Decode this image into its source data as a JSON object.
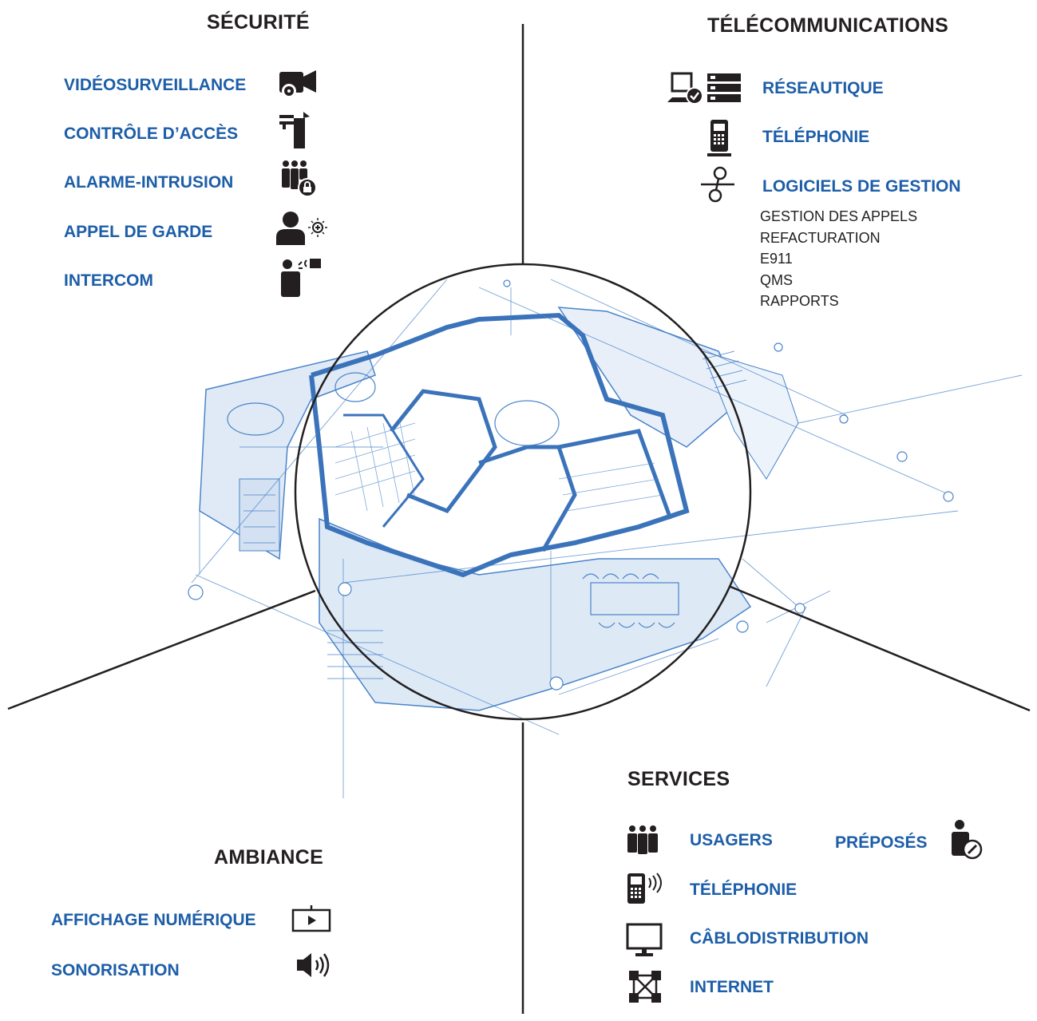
{
  "securite": {
    "title": "SÉCURITÉ",
    "items": [
      {
        "label": "VIDÉOSURVEILLANCE",
        "icon": "video-camera-icon"
      },
      {
        "label": "CONTRÔLE D’ACCÈS",
        "icon": "access-gate-icon"
      },
      {
        "label": "ALARME-INTRUSION",
        "icon": "intrusion-alarm-icon"
      },
      {
        "label": "APPEL DE GARDE",
        "icon": "guard-call-icon"
      },
      {
        "label": "INTERCOM",
        "icon": "intercom-icon"
      }
    ]
  },
  "telecom": {
    "title": "TÉLÉCOMMUNICATIONS",
    "items": [
      {
        "label": "RÉSEAUTIQUE",
        "icon": "network-icon"
      },
      {
        "label": "TÉLÉPHONIE",
        "icon": "desk-phone-icon"
      },
      {
        "label": "LOGICIELS DE GESTION",
        "icon": "management-software-icon"
      }
    ],
    "sub_items": [
      "GESTION DES APPELS",
      "REFACTURATION",
      "E911",
      "QMS",
      "RAPPORTS"
    ]
  },
  "ambiance": {
    "title": "AMBIANCE",
    "items": [
      {
        "label": "AFFICHAGE NUMÉRIQUE",
        "icon": "digital-display-icon"
      },
      {
        "label": "SONORISATION",
        "icon": "speaker-icon"
      }
    ]
  },
  "services": {
    "title": "SERVICES",
    "items": [
      {
        "label": "USAGERS",
        "icon": "users-icon"
      },
      {
        "label": "PRÉPOSÉS",
        "icon": "attendant-icon"
      },
      {
        "label": "TÉLÉPHONIE",
        "icon": "mobile-phone-icon"
      },
      {
        "label": "CÂBLODISTRIBUTION",
        "icon": "tv-monitor-icon"
      },
      {
        "label": "INTERNET",
        "icon": "internet-network-icon"
      }
    ]
  },
  "colors": {
    "accent": "#1d5ea8",
    "text": "#231f20",
    "blueprint": "#2a6fc0"
  }
}
